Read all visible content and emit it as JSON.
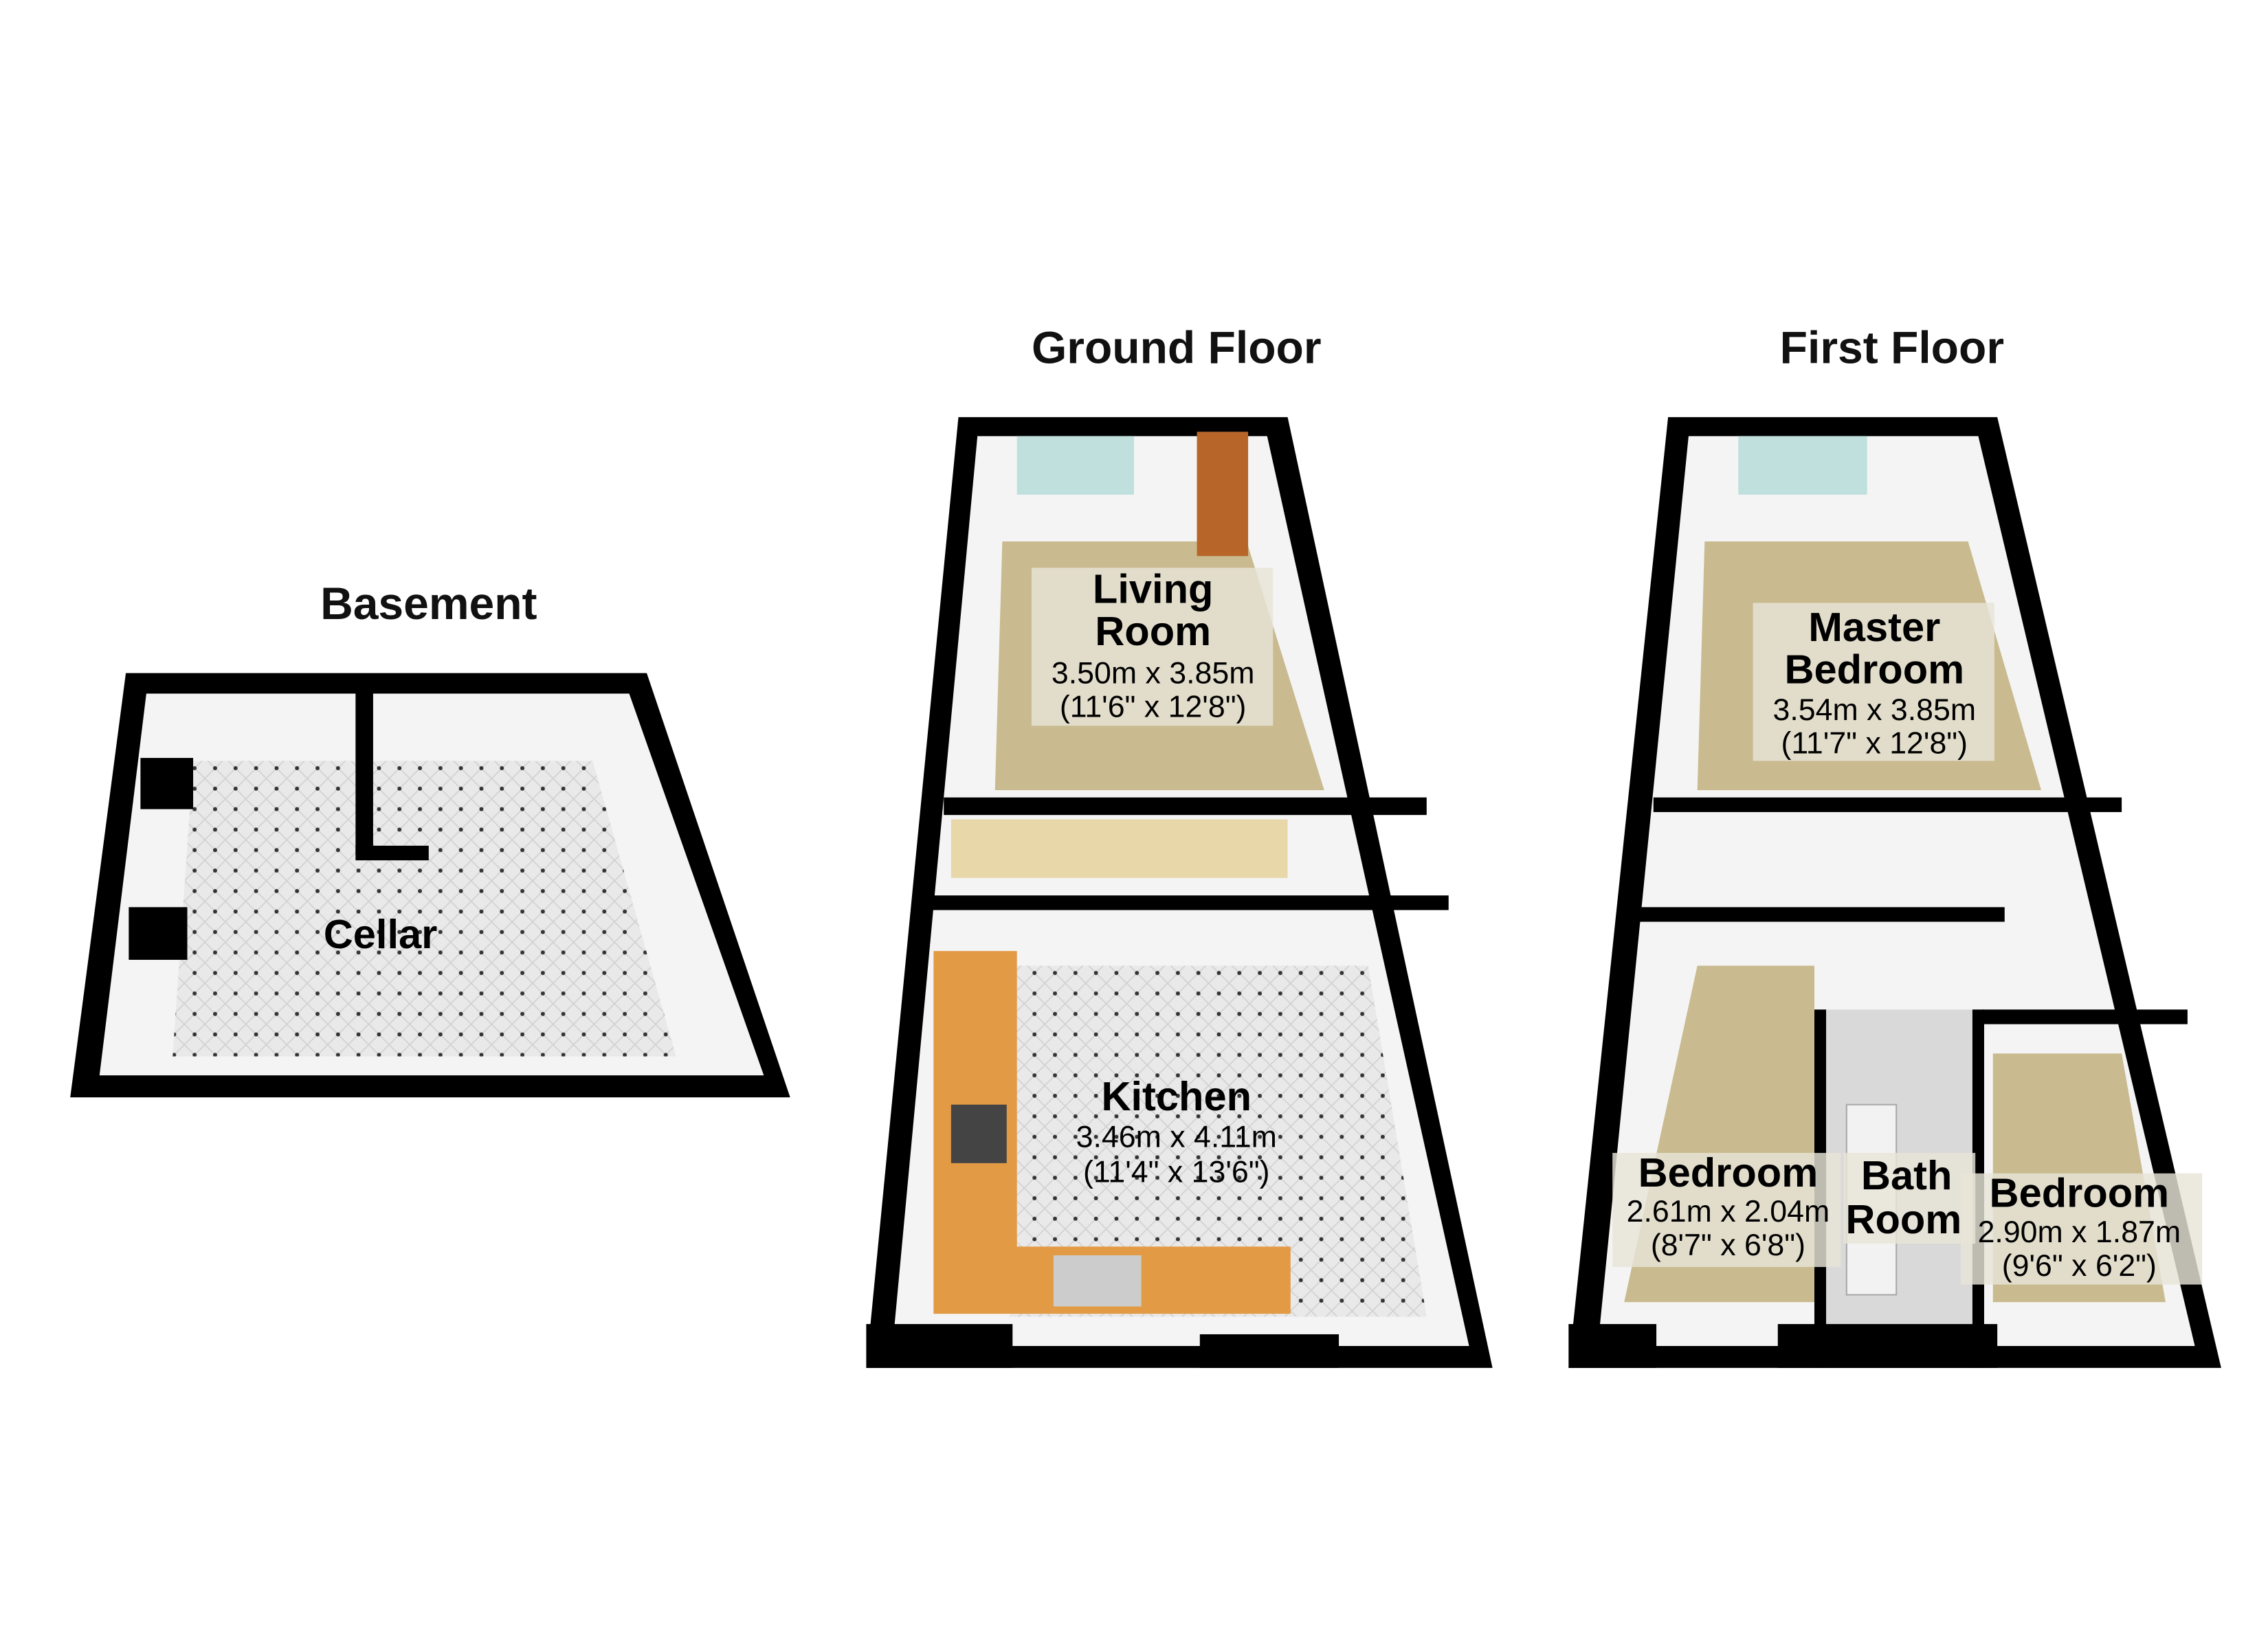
{
  "floors": {
    "basement": {
      "title": "Basement",
      "rooms": [
        {
          "name": "Cellar"
        }
      ]
    },
    "ground": {
      "title": "Ground Floor",
      "rooms": [
        {
          "name_line1": "Living",
          "name_line2": "Room",
          "metric": "3.50m x 3.85m",
          "imperial": "(11'6\" x 12'8\")"
        },
        {
          "name": "Kitchen",
          "metric": "3.46m x 4.11m",
          "imperial": "(11'4\" x 13'6\")"
        }
      ]
    },
    "first": {
      "title": "First Floor",
      "rooms": [
        {
          "name_line1": "Master",
          "name_line2": "Bedroom",
          "metric": "3.54m x 3.85m",
          "imperial": "(11'7\" x 12'8\")"
        },
        {
          "name": "Bedroom",
          "metric": "2.61m x 2.04m",
          "imperial": "(8'7\" x 6'8\")"
        },
        {
          "name_line1": "Bath",
          "name_line2": "Room"
        },
        {
          "name": "Bedroom",
          "metric": "2.90m x 1.87m",
          "imperial": "(9'6\" x 6'2\")"
        }
      ]
    }
  },
  "colors": {
    "wall": "#000000",
    "carpet": "#c9bb8f",
    "counter": "#e39a45",
    "tile": "#e6e6e6"
  }
}
